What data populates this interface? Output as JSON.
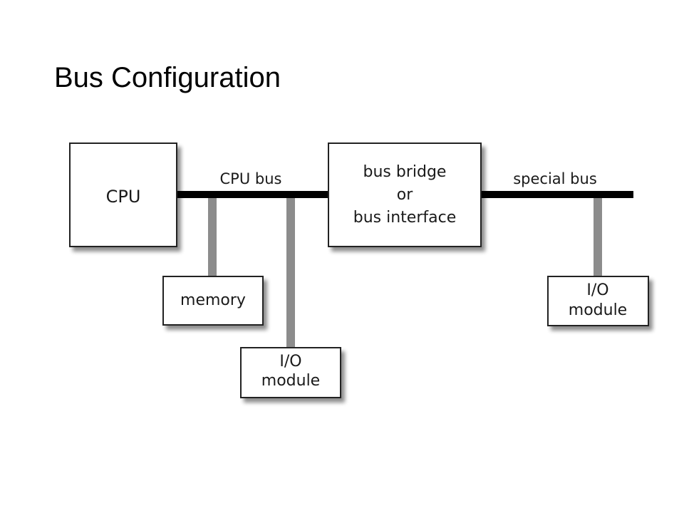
{
  "title": "Bus Configuration",
  "diagram": {
    "buses": {
      "cpu_bus": "CPU bus",
      "special_bus": "special bus"
    },
    "boxes": {
      "cpu": [
        "CPU"
      ],
      "memory": [
        "memory"
      ],
      "io_module_1": [
        "I/O",
        "module"
      ],
      "bus_bridge": [
        "bus bridge",
        "or",
        "bus interface"
      ],
      "io_module_2": [
        "I/O",
        "module"
      ]
    },
    "colors": {
      "bus": "#000000",
      "connector": "#8c8c8c",
      "box_border": "#222222",
      "box_shadow": "#b3b3b3"
    }
  }
}
